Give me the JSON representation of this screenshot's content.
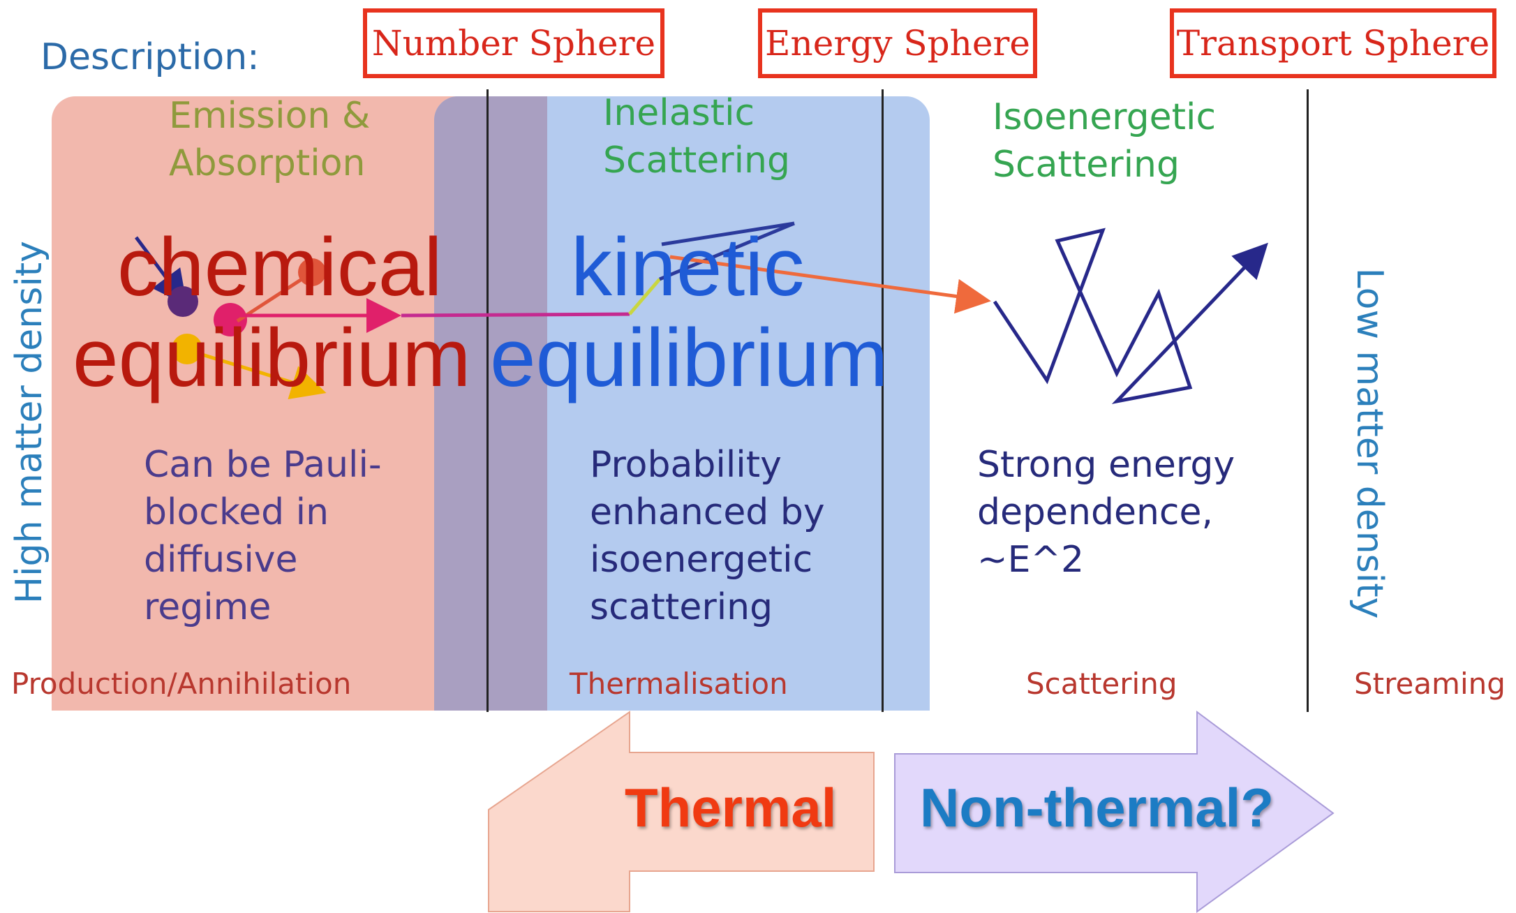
{
  "spheres": {
    "number": "Number Sphere",
    "energy": "Energy Sphere",
    "transport": "Transport Sphere"
  },
  "description_label": "Description:",
  "processes": {
    "emission": {
      "title_line1": "Emission &",
      "title_line2": "Absorption",
      "body": [
        "Can be Pauli-",
        "blocked in",
        "diffusive",
        "regime"
      ],
      "bottom_label": "Production/Annihilation"
    },
    "inelastic": {
      "title_line1": "Inelastic",
      "title_line2": "Scattering",
      "body": [
        "Probability",
        "enhanced by",
        "isoenergetic",
        "scattering"
      ],
      "bottom_label": "Thermalisation"
    },
    "isoenergetic": {
      "title_line1": "Isoenergetic",
      "title_line2": "Scattering",
      "body": [
        "Strong energy",
        "dependence,",
        "~E^2"
      ],
      "bottom_label": "Scattering"
    },
    "streaming": {
      "bottom_label": "Streaming"
    }
  },
  "side_labels": {
    "left": "High matter density",
    "right": "Low matter density"
  },
  "overlay": {
    "chemical_line1": "chemical",
    "chemical_line2": "equilibrium",
    "kinetic_line1": "kinetic",
    "kinetic_line2": "equilibrium"
  },
  "arrows": {
    "thermal": "Thermal",
    "nonthermal": "Non-thermal?"
  },
  "colors": {
    "red_region": "#f2b8ad",
    "blue_region": "#b4cbef",
    "overlap": "#a99fc1",
    "thermal_arrow": "#fbd8cc",
    "nonthermal_arrow": "#e2d8fb",
    "thermal_text": "#f03a12",
    "nonthermal_text": "#1c7cc4"
  }
}
